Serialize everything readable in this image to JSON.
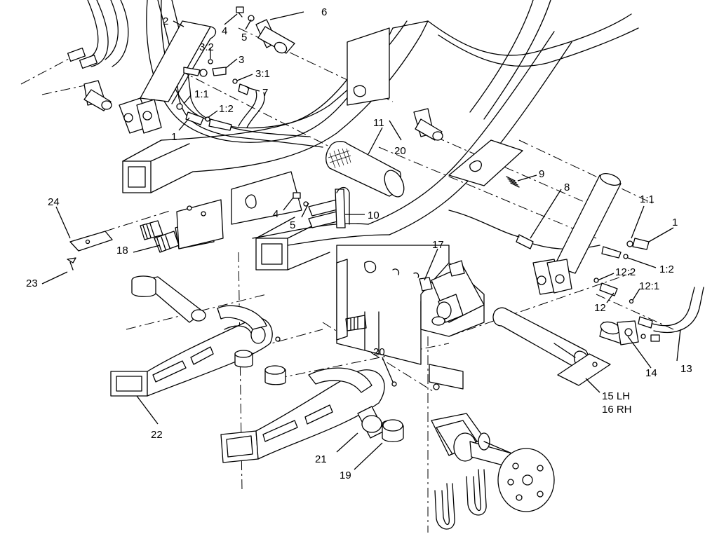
{
  "diagram": {
    "callouts": [
      {
        "id": "c1a",
        "text": "1"
      },
      {
        "id": "c1b",
        "text": "1"
      },
      {
        "id": "c11a",
        "text": "1:1"
      },
      {
        "id": "c11b",
        "text": "1:1"
      },
      {
        "id": "c12a",
        "text": "1:2"
      },
      {
        "id": "c12b",
        "text": "1:2"
      },
      {
        "id": "c2",
        "text": "2"
      },
      {
        "id": "c3",
        "text": "3"
      },
      {
        "id": "c31",
        "text": "3:1"
      },
      {
        "id": "c32",
        "text": "3:2"
      },
      {
        "id": "c4a",
        "text": "4"
      },
      {
        "id": "c4b",
        "text": "4"
      },
      {
        "id": "c5a",
        "text": "5"
      },
      {
        "id": "c5b",
        "text": "5"
      },
      {
        "id": "c6",
        "text": "6"
      },
      {
        "id": "c7",
        "text": "7"
      },
      {
        "id": "c8",
        "text": "8"
      },
      {
        "id": "c9",
        "text": "9"
      },
      {
        "id": "c10",
        "text": "10"
      },
      {
        "id": "c11",
        "text": "11"
      },
      {
        "id": "c12",
        "text": "12"
      },
      {
        "id": "c121",
        "text": "12:1"
      },
      {
        "id": "c122",
        "text": "12:2"
      },
      {
        "id": "c13",
        "text": "13"
      },
      {
        "id": "c14",
        "text": "14"
      },
      {
        "id": "c15",
        "text": "15 LH"
      },
      {
        "id": "c16",
        "text": "16 RH"
      },
      {
        "id": "c17",
        "text": "17"
      },
      {
        "id": "c18",
        "text": "18"
      },
      {
        "id": "c19",
        "text": "19"
      },
      {
        "id": "c20a",
        "text": "20"
      },
      {
        "id": "c20b",
        "text": "20"
      },
      {
        "id": "c21",
        "text": "21"
      },
      {
        "id": "c22",
        "text": "22"
      },
      {
        "id": "c23",
        "text": "23"
      },
      {
        "id": "c24",
        "text": "24"
      }
    ]
  }
}
